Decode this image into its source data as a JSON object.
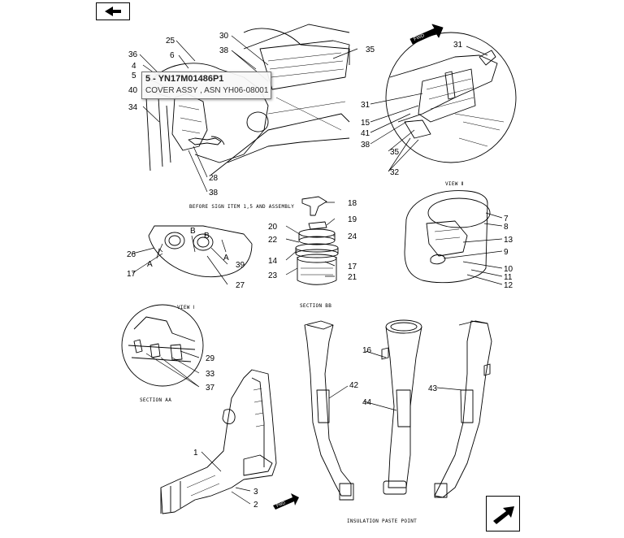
{
  "tooltip": {
    "part_number": "5 - YN17M01486P1",
    "description": "COVER ASSY , ASN YH06-08001"
  },
  "captions": {
    "before_sign": "BEFORE SIGN ITEM 1,5 AND ASSEMBLY",
    "view_ii": "VIEW Ⅱ",
    "view_i": "VIEW Ⅰ",
    "section_bb": "SECTION BB",
    "section_aa": "SECTION AA",
    "insulation": "INSULATION PASTE POINT"
  },
  "fwd_label": "FWD",
  "callouts": [
    "36",
    "4",
    "5",
    "40",
    "34",
    "25",
    "6",
    "30",
    "38",
    "35",
    "31",
    "31",
    "15",
    "41",
    "38",
    "35",
    "32",
    "28",
    "38",
    "18",
    "19",
    "20",
    "24",
    "22",
    "14",
    "23",
    "17",
    "21",
    "26",
    "17",
    "39",
    "27",
    "7",
    "8",
    "13",
    "9",
    "10",
    "11",
    "12",
    "29",
    "33",
    "37",
    "16",
    "42",
    "44",
    "43",
    "1",
    "3",
    "2"
  ],
  "section_marks": {
    "a_left": "A",
    "a_right": "A",
    "b_left": "B",
    "b_right": "B"
  },
  "icons": {
    "prev": "arrow-back-icon",
    "next": "arrow-forward-icon"
  }
}
